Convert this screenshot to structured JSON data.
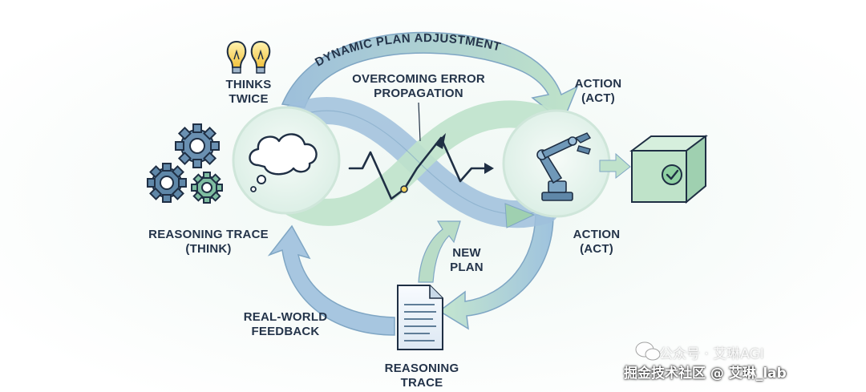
{
  "labels": {
    "dynamic_plan_adjustment": "DYNAMIC PLAN ADJUSTMENT",
    "thinks_twice": [
      "THINKS",
      "TWICE"
    ],
    "overcoming_error": [
      "OVERCOMING ERROR",
      "PROPAGATION"
    ],
    "action_top": [
      "ACTION",
      "(ACT)"
    ],
    "action_bottom": [
      "ACTION",
      "(ACT)"
    ],
    "reasoning_trace_think": [
      "REASONING TRACE",
      "(THINK)"
    ],
    "new_plan": [
      "NEW",
      "PLAN"
    ],
    "real_world_feedback": [
      "REAL-WORLD",
      "FEEDBACK"
    ],
    "reasoning_trace": [
      "REASONING",
      "TRACE"
    ]
  },
  "watermark": {
    "line1": "公众号 · 艾琳AGI",
    "line2": "掘金技术社区 @ 艾琳_lab"
  },
  "icons": [
    "lightbulb-icon",
    "gear-icon",
    "cloud-thought-icon",
    "robot-arm-icon",
    "cube-check-icon",
    "document-icon",
    "zigzag-trend-icon"
  ],
  "colors": {
    "ink": "#24344a",
    "blue_arrow": "#8fb6d6",
    "green_arrow": "#b4ddc0",
    "circle_fill": "#e8f3ee",
    "gear": "#5f87a8",
    "gear_green": "#6aa78e",
    "bulb": "#f4c84a",
    "cube": "#b9e0c6"
  }
}
